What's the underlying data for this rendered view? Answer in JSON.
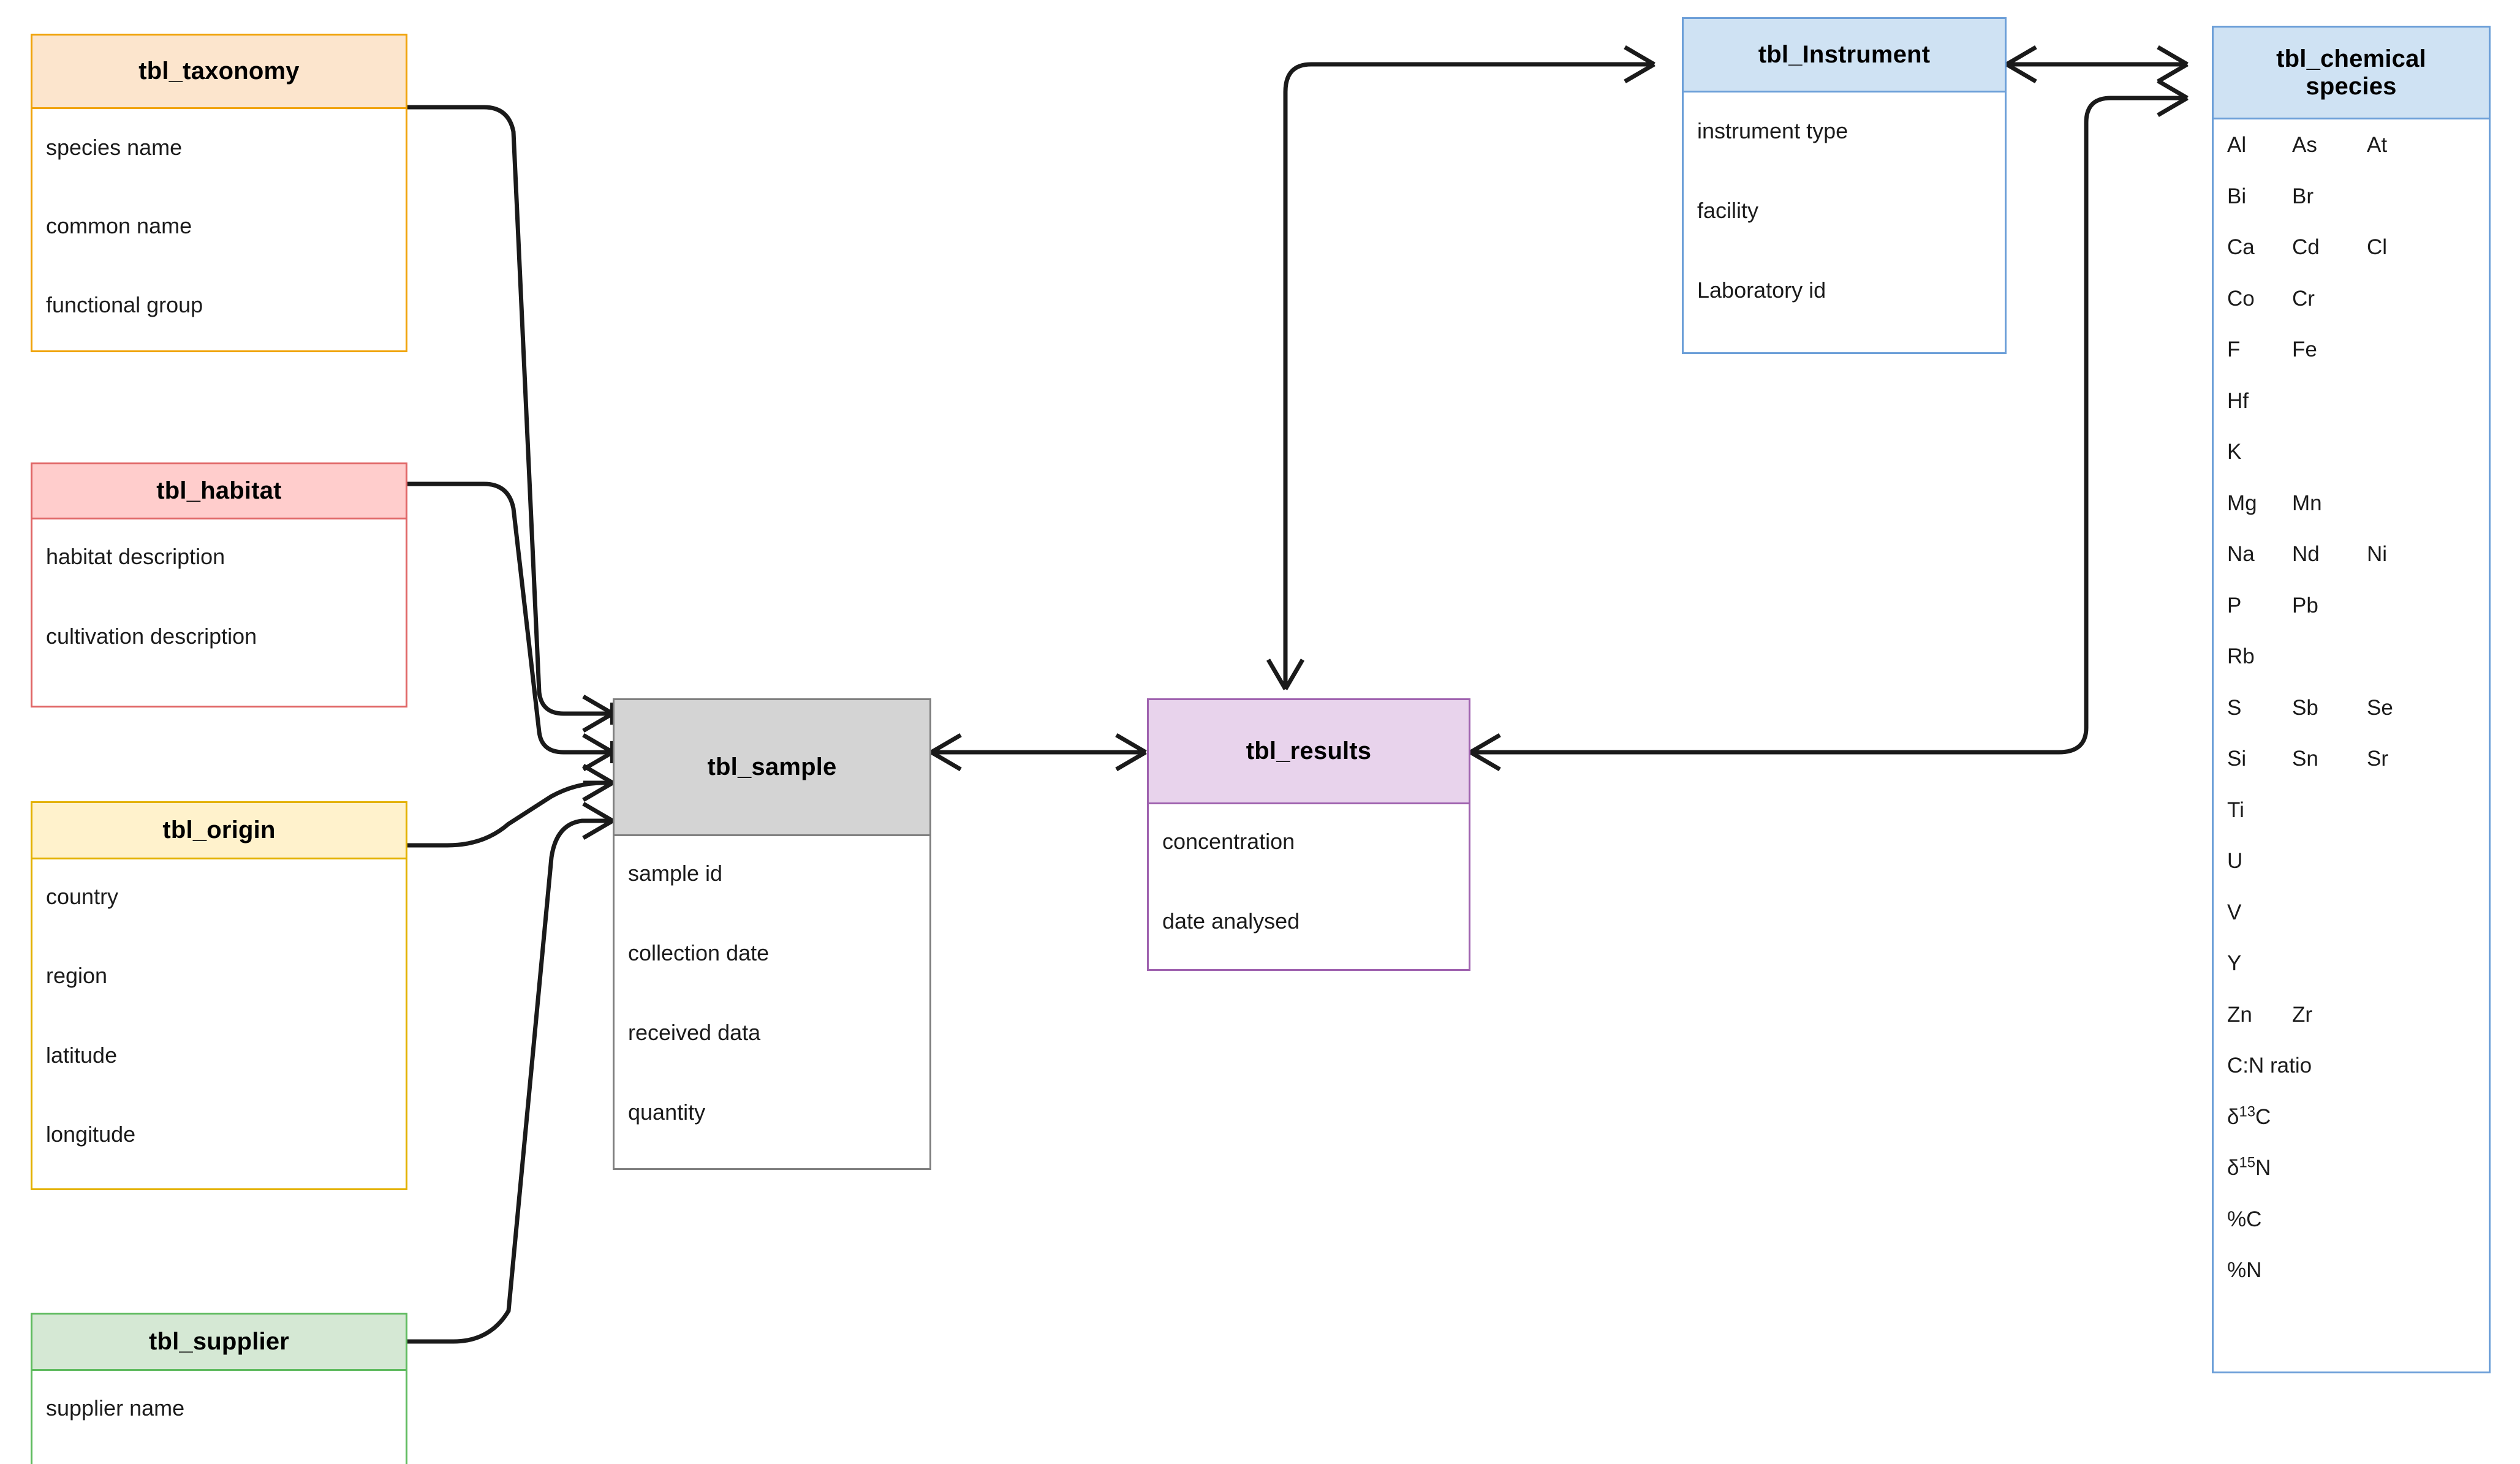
{
  "diagram": {
    "title": "sample database entity relationship diagram",
    "type": "entity-relationship-diagram",
    "background": "#ffffff"
  },
  "entities": {
    "taxonomy": {
      "name": "tbl_taxonomy",
      "header_fill": "#FCE5CD",
      "border": "#F0A30A",
      "fields": [
        "species name",
        "common name",
        "functional group"
      ]
    },
    "habitat": {
      "name": "tbl_habitat",
      "header_fill": "#FFCDCC",
      "border": "#E06666",
      "fields": [
        "habitat description",
        "cultivation description"
      ]
    },
    "origin": {
      "name": "tbl_origin",
      "header_fill": "#FFF2CC",
      "border": "#E3B100",
      "fields": [
        "country",
        "region",
        "latitude",
        "longitude"
      ]
    },
    "supplier": {
      "name": "tbl_supplier",
      "header_fill": "#D5E8D4",
      "border": "#5FBB5F",
      "fields": [
        "supplier name"
      ]
    },
    "sample": {
      "name": "tbl_sample",
      "header_fill": "#D4D4D4",
      "border": "#808080",
      "fields": [
        "sample id",
        "collection date",
        "received data",
        "quantity"
      ]
    },
    "results": {
      "name": "tbl_results",
      "header_fill": "#E8D3EC",
      "border": "#9F62AF",
      "fields": [
        "concentration",
        "date analysed"
      ]
    },
    "instrument": {
      "name": "tbl_Instrument",
      "header_fill": "#CFE2F3",
      "border": "#6C9FD8",
      "fields": [
        "instrument type",
        "facility",
        "Laboratory id"
      ]
    },
    "chemical_species": {
      "name": "tbl_chemical species",
      "name_line1": "tbl_chemical",
      "name_line2": "species",
      "header_fill": "#CFE2F3",
      "border": "#6C9FD8",
      "rows": [
        [
          "Al",
          "As",
          "At"
        ],
        [
          "Bi",
          "Br",
          ""
        ],
        [
          "Ca",
          "Cd",
          "Cl"
        ],
        [
          "Co",
          "Cr",
          ""
        ],
        [
          "F",
          "Fe",
          ""
        ],
        [
          "Hf",
          "",
          ""
        ],
        [
          "K",
          "",
          ""
        ],
        [
          "Mg",
          "Mn",
          ""
        ],
        [
          "Na",
          "Nd",
          "Ni"
        ],
        [
          "P",
          "Pb",
          ""
        ],
        [
          "Rb",
          "",
          ""
        ],
        [
          "S",
          "Sb",
          "Se"
        ],
        [
          "Si",
          "Sn",
          "Sr"
        ],
        [
          "Ti",
          "",
          ""
        ],
        [
          "U",
          "",
          ""
        ],
        [
          "V",
          "",
          ""
        ],
        [
          "Y",
          "",
          ""
        ],
        [
          "Zn",
          "Zr",
          ""
        ]
      ],
      "extra_fields": [
        "C:N ratio",
        "δ13C",
        "δ15N",
        "%C",
        "%N"
      ],
      "isotopes": [
        {
          "symbol": "δ",
          "mass": "13",
          "element": "C"
        },
        {
          "symbol": "δ",
          "mass": "15",
          "element": "N"
        }
      ],
      "percent_fields": [
        "%C",
        "%N"
      ]
    }
  },
  "relationships": [
    {
      "from": "tbl_taxonomy",
      "to": "tbl_sample",
      "from_card": "one",
      "to_card": "many"
    },
    {
      "from": "tbl_habitat",
      "to": "tbl_sample",
      "from_card": "one",
      "to_card": "many"
    },
    {
      "from": "tbl_origin",
      "to": "tbl_sample",
      "from_card": "many",
      "to_card": "many"
    },
    {
      "from": "tbl_supplier",
      "to": "tbl_sample",
      "from_card": "many",
      "to_card": "many"
    },
    {
      "from": "tbl_sample",
      "to": "tbl_results",
      "from_card": "many",
      "to_card": "many"
    },
    {
      "from": "tbl_Instrument",
      "to": "tbl_results",
      "from_card": "many",
      "to_card": "many"
    },
    {
      "from": "tbl_Instrument",
      "to": "tbl_chemical species",
      "from_card": "many",
      "to_card": "many"
    },
    {
      "from": "tbl_results",
      "to": "tbl_chemical species",
      "from_card": "many",
      "to_card": "many"
    }
  ]
}
